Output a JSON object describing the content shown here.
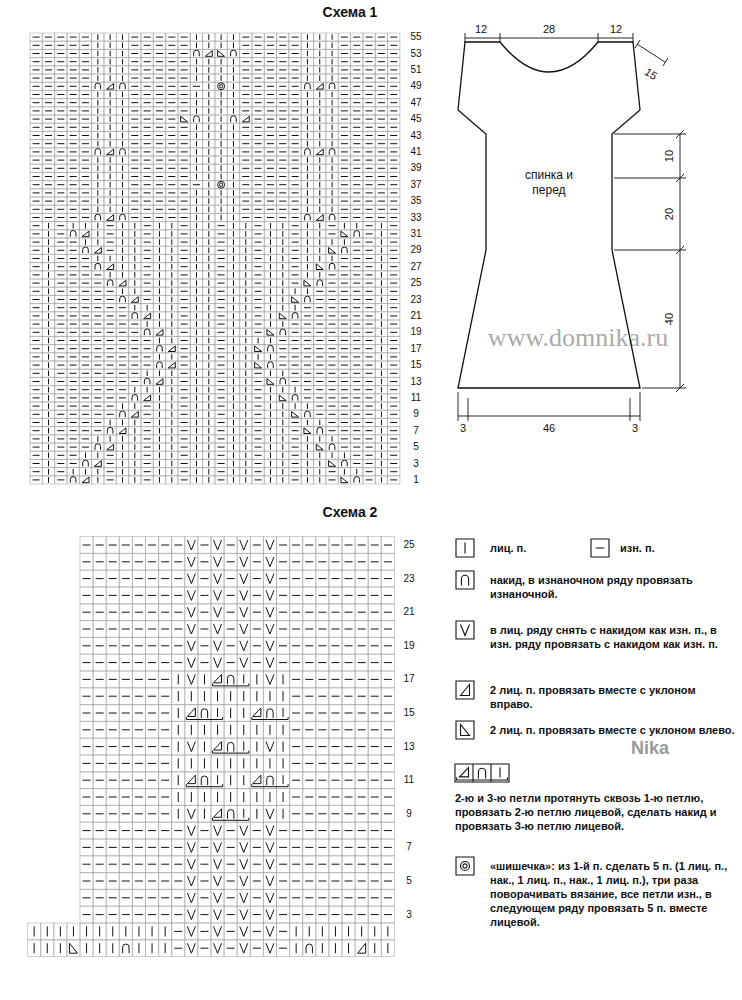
{
  "diagram": {
    "nodes": [
      {
        "text": [
          "спинка и перед"
        ]
      }
    ],
    "labels": [
      "Схема 1",
      "55",
      "53",
      "51",
      "49",
      "47",
      "45",
      "43",
      "41",
      "39",
      "37",
      "35",
      "33",
      "31",
      "29",
      "27",
      "25",
      "23",
      "21",
      "19",
      "17",
      "15",
      "13",
      "11",
      "9",
      "7",
      "5",
      "3",
      "1",
      "Схема 2",
      "25",
      "23",
      "21",
      "19",
      "17",
      "15",
      "13",
      "11",
      "9",
      "7",
      "5",
      "3",
      "12",
      "28",
      "12",
      "15",
      "10",
      "20",
      "40",
      "3",
      "46",
      "3",
      "www.domnika.ru",
      "Nika"
    ],
    "legend": [
      {
        "text": "лиц. п."
      },
      {
        "text": "изн. п."
      },
      {
        "text": "накид, в изнаночном ряду провязать изнаночной."
      },
      {
        "text": "в лиц. ряду снять с накидом как изн. п., в изн. ряду провязать с накидом как изн. п."
      },
      {
        "text": "2 лиц. п. провязать вместе с уклоном вправо."
      },
      {
        "text": "2 лиц. п. провязать вместе с уклоном влево."
      },
      {
        "text": "2-ю и 3-ю петли протянуть сквозь 1-ю петлю, провязать 2-ю петлю лицевой, сделать накид и провязать 3-ю петлю лицевой."
      },
      {
        "text": "«шишечка»: из 1-й п. сделать 5 п. (1 лиц. п., нак., 1 лиц. п., нак., 1 лиц. п.), три раза поворачивать вязание, все петли изн., в следующем ряду провязать 5 п. вместе лицевой."
      }
    ]
  }
}
